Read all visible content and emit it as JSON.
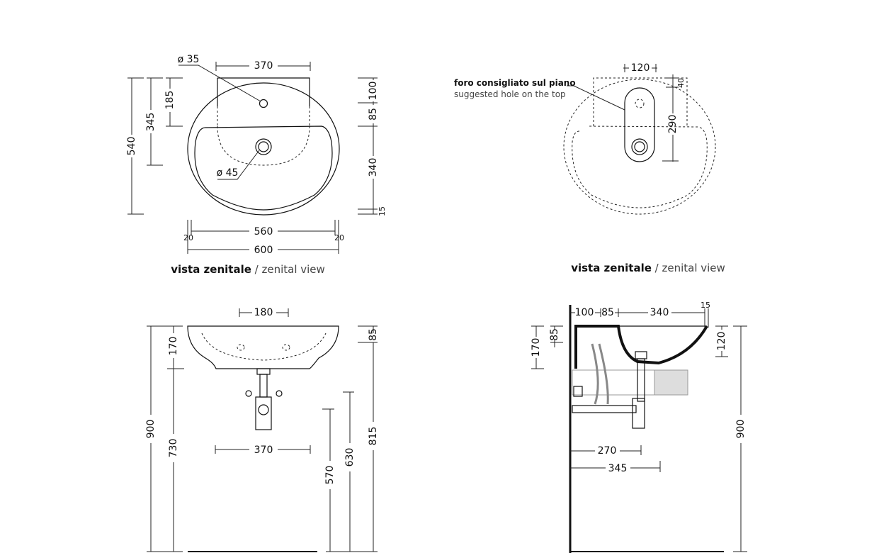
{
  "top_left_view": {
    "hole_tap": "ø 35",
    "hole_drain": "ø 45",
    "width_top": "370",
    "v185": "185",
    "v345": "345",
    "v540": "540",
    "r100": "100",
    "r85": "85",
    "r340": "340",
    "r15": "15",
    "w560": "560",
    "w20_left": "20",
    "w20_right": "20",
    "w600": "600",
    "caption_bold": "vista zenitale",
    "caption_light": " / zenital view"
  },
  "top_right_view": {
    "note_bold": "foro consigliato sul piano",
    "note_light": "suggested hole on the top",
    "w120": "120",
    "v40": "40",
    "v290": "290",
    "caption_bold": "vista zenitale",
    "caption_light": " / zenital view"
  },
  "front_view": {
    "w180": "180",
    "v170": "170",
    "v900": "900",
    "v730": "730",
    "w370": "370",
    "v570": "570",
    "v630": "630",
    "v815": "815",
    "v85": "85"
  },
  "side_view": {
    "h100": "100",
    "h85": "85",
    "h340": "340",
    "h15": "15",
    "v170": "170",
    "v85": "85",
    "v120": "120",
    "v900": "900",
    "h270": "270",
    "h345": "345"
  }
}
